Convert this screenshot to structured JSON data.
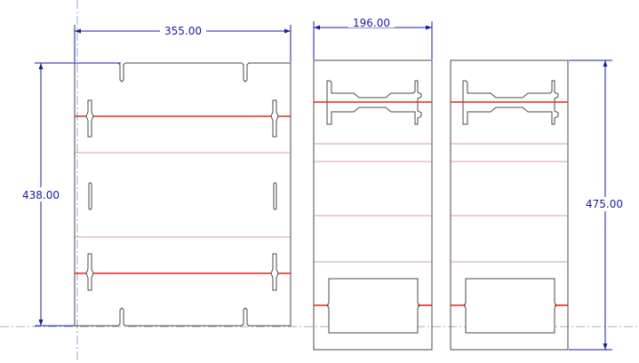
{
  "dimensions": {
    "left_width": "355.00",
    "left_height": "438.00",
    "middle_width": "196.00",
    "right_height": "475.00"
  },
  "colors": {
    "outline": "#4a4a4a",
    "fold_line": "#d8433a",
    "score_line": "#c08078",
    "dimension": "#1a1aa6",
    "center_line": "#6f9cc8"
  }
}
